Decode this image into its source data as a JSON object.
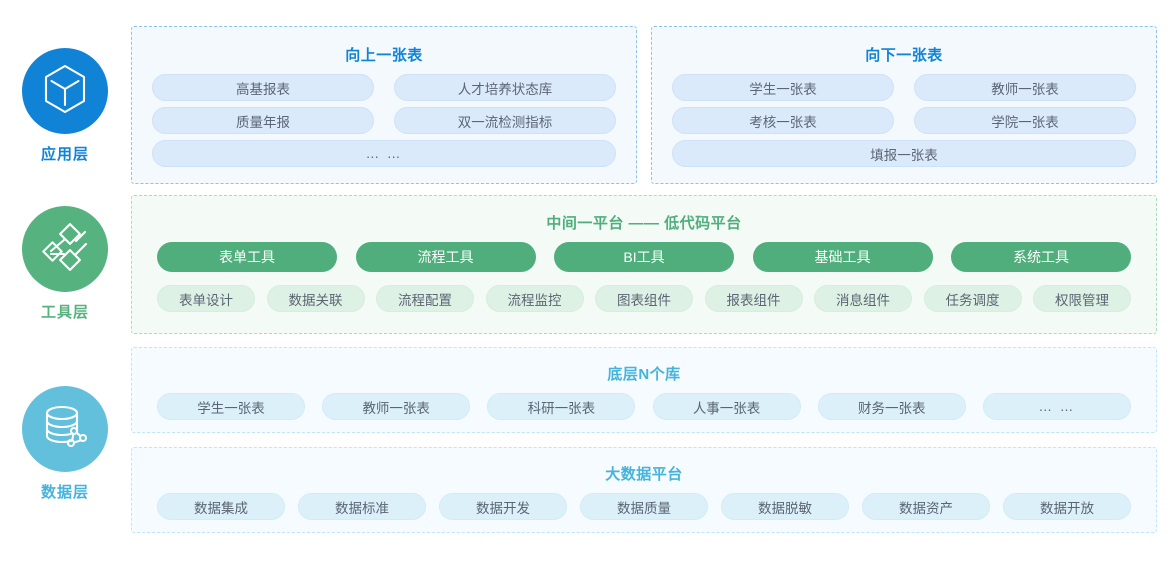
{
  "colors": {
    "app_accent": "#1183d6",
    "tool_accent": "#4fae7c",
    "data_accent": "#45b3dc",
    "pill_blue_bg": "#dbeafb",
    "pill_cyan_bg": "#dcf0fa",
    "pill_green_bg": "#4fae7c",
    "pill_greenlight_bg": "#ddf1e4",
    "panel_blue_bg": "#f4f9fe",
    "panel_green_bg": "#f4fbf6",
    "panel_cyan_bg": "#f5fbfe"
  },
  "rail": {
    "layers": [
      {
        "id": "application",
        "label": "应用层",
        "icon": "cube-icon",
        "color": "#1183d6"
      },
      {
        "id": "tool",
        "label": "工具层",
        "icon": "nodes-icon",
        "color": "#56b37f"
      },
      {
        "id": "data",
        "label": "数据层",
        "icon": "database-icon",
        "color": "#63c0dc"
      }
    ]
  },
  "panels": {
    "up_table": {
      "title": "向上一张表",
      "rows": [
        [
          "高基报表",
          "人才培养状态库"
        ],
        [
          "质量年报",
          "双一流检测指标"
        ]
      ],
      "full_row": "… …"
    },
    "down_table": {
      "title": "向下一张表",
      "rows": [
        [
          "学生一张表",
          "教师一张表"
        ],
        [
          "考核一张表",
          "学院一张表"
        ]
      ],
      "full_row": "填报一张表"
    },
    "tool_platform": {
      "title": "中间一平台 —— 低代码平台",
      "primary_tools": [
        "表单工具",
        "流程工具",
        "BI工具",
        "基础工具",
        "系统工具"
      ],
      "components": [
        "表单设计",
        "数据关联",
        "流程配置",
        "流程监控",
        "图表组件",
        "报表组件",
        "消息组件",
        "任务调度",
        "权限管理"
      ]
    },
    "n_databases": {
      "title": "底层N个库",
      "items": [
        "学生一张表",
        "教师一张表",
        "科研一张表",
        "人事一张表",
        "财务一张表",
        "… …"
      ]
    },
    "big_data_platform": {
      "title": "大数据平台",
      "items": [
        "数据集成",
        "数据标准",
        "数据开发",
        "数据质量",
        "数据脱敏",
        "数据资产",
        "数据开放"
      ]
    }
  }
}
